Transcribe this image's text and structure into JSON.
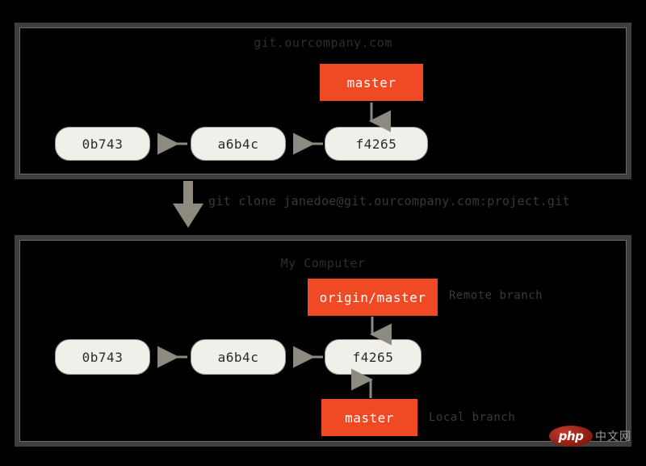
{
  "diagram": {
    "title_remote": "git.ourcompany.com",
    "title_local": "My Computer",
    "clone_command": "git clone janedoe@git.ourcompany.com:project.git",
    "colors": {
      "background": "#000000",
      "panel_border": "#3f3f3f",
      "commit_fill": "#f0efea",
      "commit_border": "#9b9a94",
      "commit_text": "#2b2b2b",
      "branch_fill": "#f04a24",
      "branch_text": "#ffffff",
      "arrow": "#8d8a80",
      "title_text": "#2e2e2e",
      "annotation_text": "#3a3a3a"
    }
  },
  "remote_panel": {
    "commits": [
      {
        "id": "0b743",
        "label": "0b743"
      },
      {
        "id": "a6b4c",
        "label": "a6b4c"
      },
      {
        "id": "f4265",
        "label": "f4265"
      }
    ],
    "branch": {
      "label": "master"
    }
  },
  "local_panel": {
    "commits": [
      {
        "id": "0b743",
        "label": "0b743"
      },
      {
        "id": "a6b4c",
        "label": "a6b4c"
      },
      {
        "id": "f4265",
        "label": "f4265"
      }
    ],
    "remote_branch": {
      "label": "origin/master",
      "annotation": "Remote branch"
    },
    "local_branch": {
      "label": "master",
      "annotation": "Local branch"
    }
  },
  "watermark": {
    "badge": "php",
    "text": "中文网"
  }
}
